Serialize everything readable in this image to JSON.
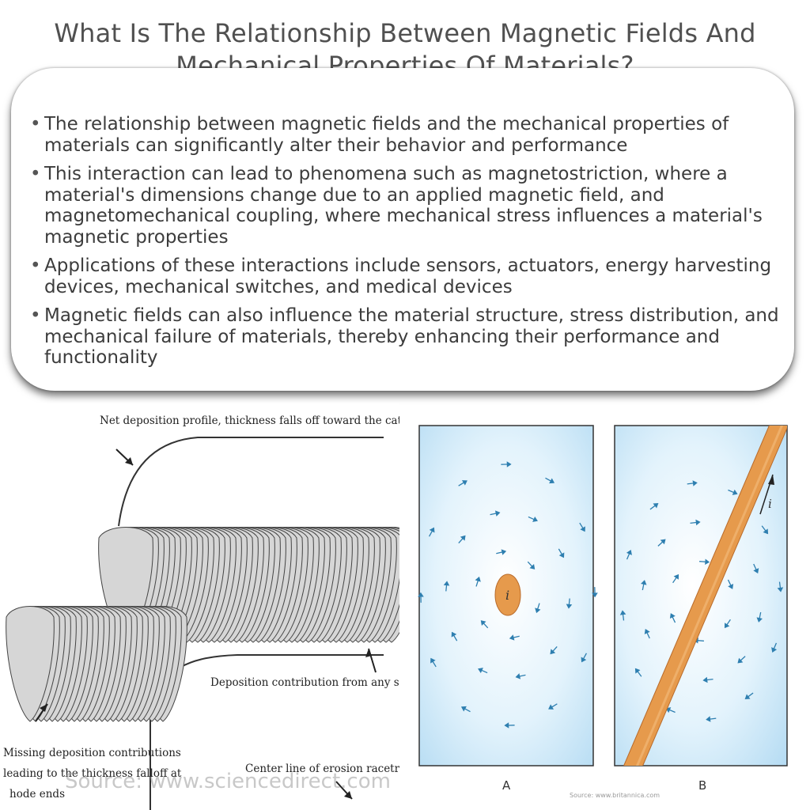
{
  "title": "What Is The Relationship Between Magnetic Fields And Mechanical Properties Of Materials?",
  "bullets": [
    "The relationship between magnetic fields and the mechanical properties of materials can significantly alter their behavior and performance",
    "This interaction can lead to phenomena such as magnetostriction, where a material's dimensions change due to an applied magnetic field, and magnetomechanical coupling, where mechanical stress influences a material's magnetic properties",
    "Applications of these interactions include sensors, actuators, energy harvesting devices, mechanical switches, and medical devices",
    "Magnetic fields can also influence the material structure, stress distribution, and mechanical failure of materials, thereby enhancing their performance and functionality"
  ],
  "left_figure": {
    "label_top": "Net deposition profile, thickness falls off toward the cathode ends",
    "label_mid": "Deposition contribution from any single point",
    "label_center": "Center line of erosion racetrack",
    "label_missing_1": "Missing deposition contributions",
    "label_missing_2": "leading to the thickness falloff at",
    "label_missing_3": "hode ends",
    "watermark": "Source: www.sciencedirect.com"
  },
  "right_figure": {
    "panel_a_label": "A",
    "panel_b_label": "B",
    "current_symbol": "i",
    "source": "Source: www.britannica.com",
    "colors": {
      "field_bg": "#bfe2f6",
      "conductor": "#e69a4c",
      "arrows": "#2e7fb0"
    }
  }
}
